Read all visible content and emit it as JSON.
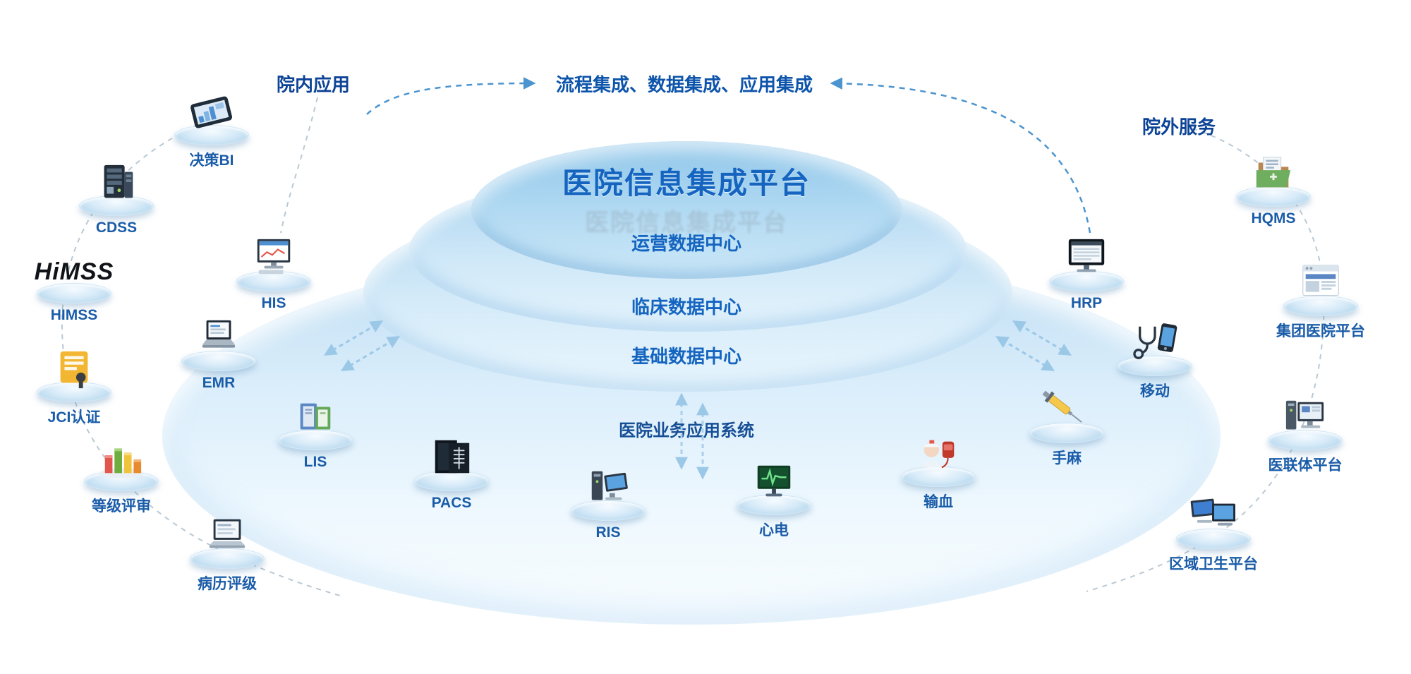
{
  "colors": {
    "accent_blue": "#1565c0",
    "header_navy": "#0c4396",
    "label_blue": "#1a5ca8",
    "platform_blue": "#8fc6e9",
    "arc_blue": "#4a94cf",
    "arc_gray": "#b9c9d4"
  },
  "title": "医院信息集成平台",
  "ghost_title": "医院信息集成平台",
  "headers": {
    "left": "院内应用",
    "center": "流程集成、数据集成、应用集成",
    "right": "院外服务"
  },
  "layers": {
    "operations": "运营数据中心",
    "clinical": "临床数据中心",
    "basic": "基础数据中心",
    "apps": "医院业务应用系统"
  },
  "nodes": {
    "decision_bi": {
      "label": "决策BI",
      "icon": "tablet-dashboard-icon"
    },
    "cdss": {
      "label": "CDSS",
      "icon": "server-icon"
    },
    "himss": {
      "label": "HIMSS",
      "logo_text": "HiMSS",
      "icon": "himss-logo"
    },
    "jci": {
      "label": "JCI认证",
      "icon": "certificate-icon"
    },
    "grade_review": {
      "label": "等级评审",
      "icon": "bar-chart-icon"
    },
    "record_rating": {
      "label": "病历评级",
      "icon": "laptop-icon"
    },
    "his": {
      "label": "HIS",
      "icon": "desktop-computer-icon"
    },
    "emr": {
      "label": "EMR",
      "icon": "laptop-document-icon"
    },
    "lis": {
      "label": "LIS",
      "icon": "files-icon"
    },
    "pacs": {
      "label": "PACS",
      "icon": "xray-film-icon"
    },
    "ris": {
      "label": "RIS",
      "icon": "workstation-icon"
    },
    "ecg": {
      "label": "心电",
      "icon": "ecg-monitor-icon"
    },
    "transfusion": {
      "label": "输血",
      "icon": "blood-bag-nurse-icon"
    },
    "anesthesia": {
      "label": "手麻",
      "icon": "syringe-icon"
    },
    "mobile": {
      "label": "移动",
      "icon": "phone-stethoscope-icon"
    },
    "hrp": {
      "label": "HRP",
      "icon": "monitor-spreadsheet-icon"
    },
    "hqms": {
      "label": "HQMS",
      "icon": "folder-icon"
    },
    "group_hospital": {
      "label": "集团医院平台",
      "icon": "browser-window-icon"
    },
    "alliance": {
      "label": "医联体平台",
      "icon": "pc-tower-icon"
    },
    "regional_health": {
      "label": "区域卫生平台",
      "icon": "dual-computers-icon"
    }
  }
}
